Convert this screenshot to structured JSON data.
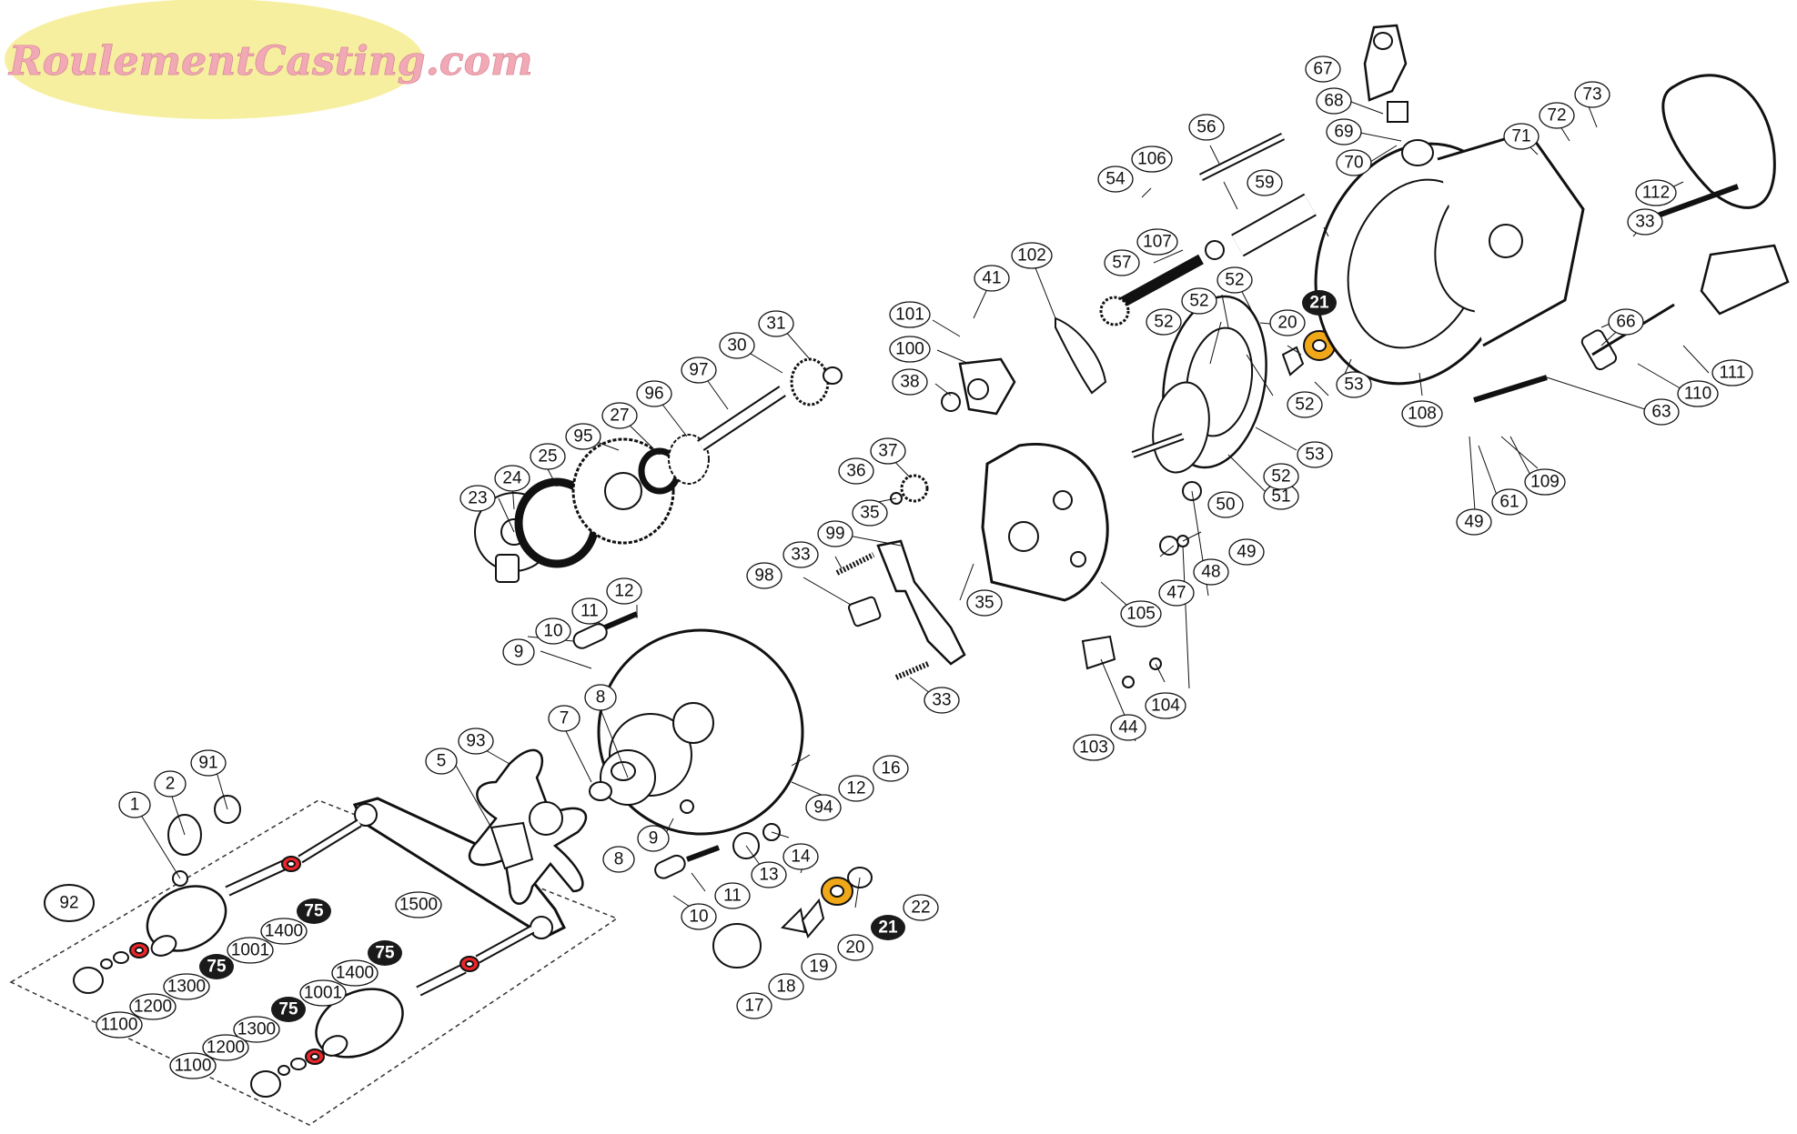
{
  "logo": {
    "text": "RoulementCasting.com",
    "color": "#f2a9b6",
    "bg": "#f7efa0"
  },
  "colors": {
    "highlight_red": "#e8262a",
    "highlight_gold": "#f0a818",
    "badge": "#1a1a1a"
  },
  "callouts": {
    "n1": "1",
    "n2": "2",
    "n5": "5",
    "n7": "7",
    "n8a": "8",
    "n8b": "8",
    "n9a": "9",
    "n9b": "9",
    "n10a": "10",
    "n10b": "10",
    "n11a": "11",
    "n11b": "11",
    "n12a": "12",
    "n12b": "12",
    "n13": "13",
    "n14": "14",
    "n16": "16",
    "n17": "17",
    "n18": "18",
    "n19": "19",
    "n20a": "20",
    "n20b": "20",
    "n22": "22",
    "n23": "23",
    "n24": "24",
    "n25": "25",
    "n27": "27",
    "n30": "30",
    "n31": "31",
    "n33a": "33",
    "n33b": "33",
    "n33c": "33",
    "n35a": "35",
    "n35b": "35",
    "n36": "36",
    "n37": "37",
    "n38": "38",
    "n41": "41",
    "n44": "44",
    "n47": "47",
    "n48": "48",
    "n49a": "49",
    "n49b": "49",
    "n50": "50",
    "n51": "51",
    "n52a": "52",
    "n52b": "52",
    "n52c": "52",
    "n52d": "52",
    "n52e": "52",
    "n53a": "53",
    "n53b": "53",
    "n54": "54",
    "n56": "56",
    "n57": "57",
    "n59": "59",
    "n61": "61",
    "n63": "63",
    "n66": "66",
    "n67": "67",
    "n68": "68",
    "n69": "69",
    "n70": "70",
    "n71": "71",
    "n72": "72",
    "n73": "73",
    "n91": "91",
    "n92": "92",
    "n93": "93",
    "n94": "94",
    "n95": "95",
    "n96": "96",
    "n97": "97",
    "n98": "98",
    "n99": "99",
    "n100": "100",
    "n101": "101",
    "n102": "102",
    "n103": "103",
    "n104": "104",
    "n105": "105",
    "n106": "106",
    "n107": "107",
    "n108": "108",
    "n109": "109",
    "n110": "110",
    "n111": "111",
    "n112": "112",
    "n1001a": "1001",
    "n1001b": "1001",
    "n1100a": "1100",
    "n1100b": "1100",
    "n1200a": "1200",
    "n1200b": "1200",
    "n1300a": "1300",
    "n1300b": "1300",
    "n1400a": "1400",
    "n1400b": "1400",
    "n1500": "1500"
  },
  "badges": {
    "b21a": "21",
    "b21b": "21",
    "b75a": "75",
    "b75b": "75",
    "b75c": "75",
    "b75d": "75"
  }
}
